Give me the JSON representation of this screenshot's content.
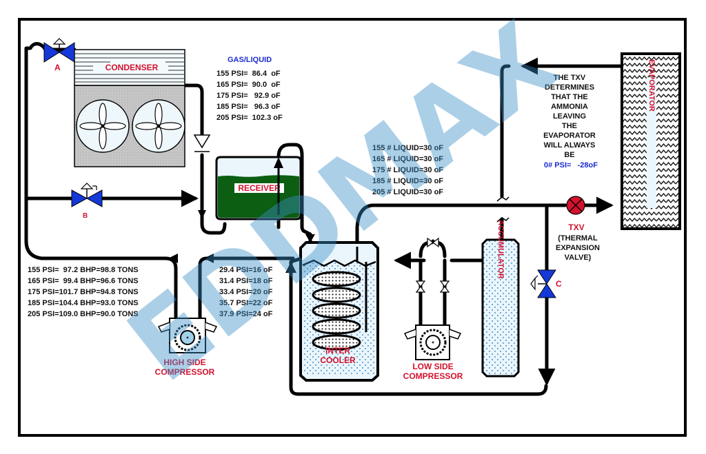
{
  "title": "Two-Stage Ammonia Refrigeration System",
  "colors": {
    "valve_blue": "#1538d8",
    "label_red": "#d4112e",
    "note_blue": "#1a2ad0",
    "receiver_liquid": "#0b5e12",
    "condenser_fan_housing": "#c6c6c6",
    "vessel_fill": "#eaf6fc",
    "txv_red": "#d4112e",
    "watermark": "#3a8ec8"
  },
  "components": {
    "condenser": "CONDENSER",
    "receiver": "RECEIVER",
    "evaporator": "EVAPORATOR",
    "accumulator": "ACCUMULATOR",
    "intercooler_line1": "INTER",
    "intercooler_line2": "COOLER",
    "high_side_compressor_line1": "HIGH SIDE",
    "high_side_compressor_line2": "COMPRESSOR",
    "low_side_compressor_line1": "LOW SIDE",
    "low_side_compressor_line2": "COMPRESSOR",
    "txv_label": "TXV",
    "txv_desc_line1": "(THERMAL",
    "txv_desc_line2": "EXPANSION",
    "txv_desc_line3": "VALVE)"
  },
  "valves": {
    "a": "A",
    "b": "B",
    "c": "C"
  },
  "gas_liquid_table": {
    "header": "GAS/LIQUID",
    "rows": [
      "155 PSI=  86.4  oF",
      "165 PSI=  90.0  oF",
      "175 PSI=   92.9 oF",
      "185 PSI=   96.3 oF",
      "205 PSI=  102.3 oF"
    ]
  },
  "liquid_table": {
    "rows": [
      "155 # LIQUID=30 oF",
      "165 # LIQUID=30 oF",
      "175 # LIQUID=30 oF",
      "185 # LIQUID=30 oF",
      "205 # LIQUID=30 oF"
    ]
  },
  "bhp_table": {
    "rows": [
      "155 PSI=  97.2 BHP=98.8 TONS",
      "165 PSI=  99.4 BHP=96.6 TONS",
      "175 PSI=101.7 BHP=94.8 TONS",
      "185 PSI=104.4 BHP=93.0 TONS",
      "205 PSI=109.0 BHP=90.0 TONS"
    ]
  },
  "intercooler_table": {
    "rows": [
      "29.4 PSI=16 oF",
      "31.4 PSI=18 oF",
      "33.4 PSI=20 oF",
      "35.7 PSI=22 oF",
      "37.9 PSI=24 oF"
    ]
  },
  "txv_note": {
    "lines": [
      "THE TXV",
      "DETERMINES",
      "THAT THE",
      "AMMONIA",
      "LEAVING",
      "THE",
      "EVAPORATOR",
      "WILL ALWAYS",
      "BE"
    ],
    "value": "0# PSI=   -28oF"
  },
  "watermark": "EDDMAX"
}
